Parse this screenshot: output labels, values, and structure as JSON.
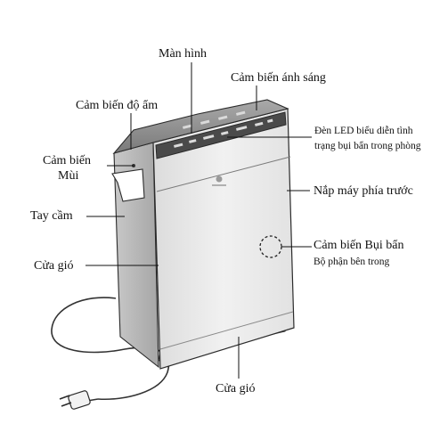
{
  "labels": {
    "man_hinh": "Màn hình",
    "cam_bien_anh_sang": "Cảm biến ánh sáng",
    "cam_bien_do_am": "Cảm biến độ ẩm",
    "den_led_line1": "Đèn LED biểu diễn tình",
    "den_led_line2": "trạng bụi bẩn trong phòng",
    "cam_bien_mui_line1": "Cảm biến",
    "cam_bien_mui_line2": "Mùi",
    "nap_may_phia_truoc": "Nắp máy phía trước",
    "tay_cam": "Tay cầm",
    "cam_bien_bui_ban": "Cảm biến Bụi bẩn",
    "bo_phan_ben_trong": "Bộ phận bên trong",
    "cua_gio_side": "Cửa gió",
    "cua_gio_bottom": "Cửa gió"
  },
  "colors": {
    "body_front": "#ececec",
    "body_side": "#b9b9b9",
    "top_panel": "#8c8c8c",
    "display_strip": "#4a4a4a",
    "outline": "#2b2b2b",
    "leader_line": "#111111"
  }
}
